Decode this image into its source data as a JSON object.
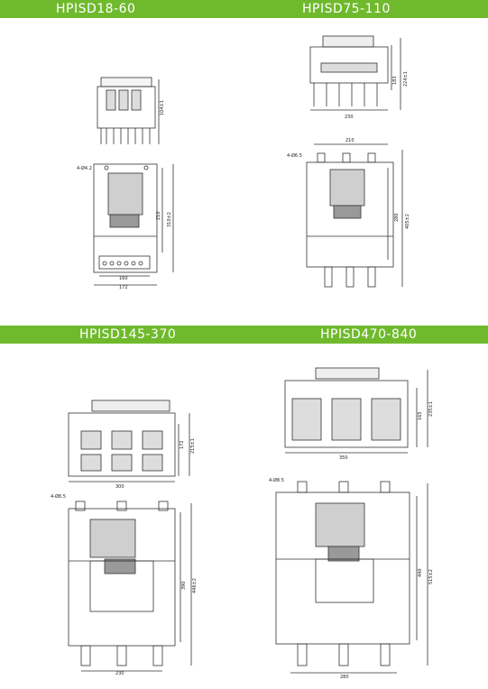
{
  "headers": {
    "row1_left": "HPISD18-60",
    "row1_right": "HPISD75-110",
    "row2_left": "HPISD145-370",
    "row2_right": "HPISD470-840"
  },
  "colors": {
    "header_bar": "#6fba2c",
    "header_text": "#ffffff",
    "line": "#333333"
  },
  "hpisd18_60": {
    "side_height": "104±1",
    "hole": "4-Ø4.2",
    "mount_height": "210",
    "overall_height": "310±2",
    "mount_width": "160",
    "overall_width": "172"
  },
  "hpisd75_110": {
    "fan_height": "183",
    "side_height": "224±1",
    "side_width": "230",
    "top_width": "210",
    "hole": "4-Ø6.5",
    "mount_height": "280",
    "overall_height": "405±2"
  },
  "hpisd145_370": {
    "inner_height": "172",
    "side_height": "215±1",
    "side_width": "300",
    "hole": "4-Ø8.5",
    "mount_height": "390",
    "overall_height": "446±2",
    "mount_width": "230"
  },
  "hpisd470_840": {
    "inner_height": "165",
    "side_height": "235±1",
    "side_width": "350",
    "hole": "4-Ø8.5",
    "mount_height": "440",
    "overall_height": "515±2",
    "mount_width": "280"
  }
}
